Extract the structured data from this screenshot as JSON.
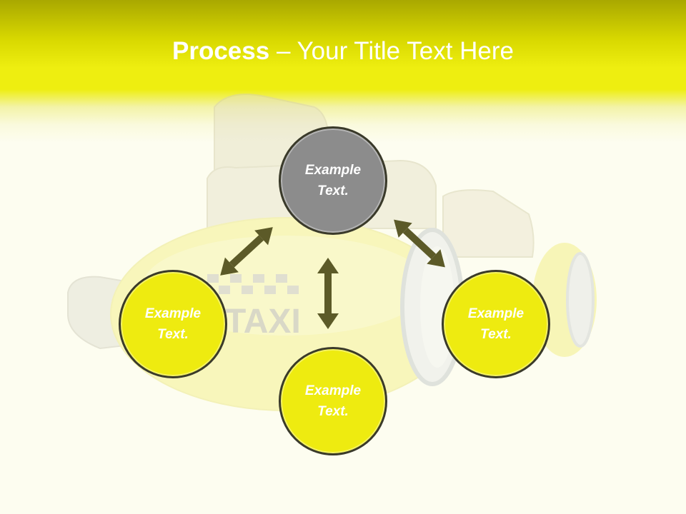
{
  "title": {
    "bold": "Process",
    "rest": " – Your Title Text Here"
  },
  "background": {
    "taxi_label": "TAXI"
  },
  "nodes": {
    "top": {
      "line1": "Example",
      "line2": "Text."
    },
    "left": {
      "line1": "Example",
      "line2": "Text."
    },
    "right": {
      "line1": "Example",
      "line2": "Text."
    },
    "bottom": {
      "line1": "Example",
      "line2": "Text."
    }
  },
  "colors": {
    "header_dark": "#a9a800",
    "header_yellow": "#eeee10",
    "node_yellow": "#eeeb10",
    "node_gray": "#8c8c8c",
    "arrow": "#5c5a28"
  }
}
